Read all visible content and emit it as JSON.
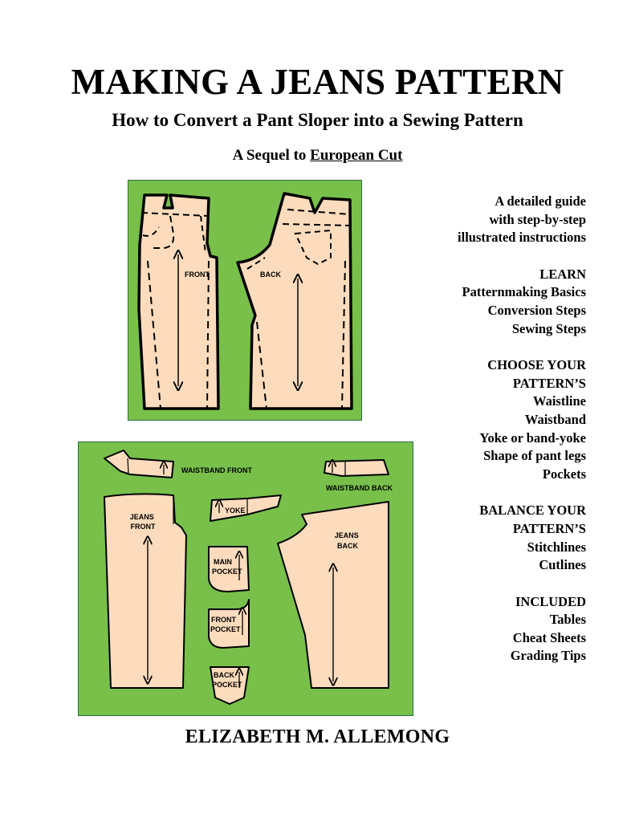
{
  "title": "MAKING A JEANS PATTERN",
  "subtitle": "How to Convert a Pant Sloper into a Sewing Pattern",
  "sequel": {
    "prefix": "A Sequel to ",
    "book": "European Cut"
  },
  "author": "ELIZABETH M. ALLEMONG",
  "colors": {
    "panel_green": "#78c04a",
    "piece_fill": "#fcdcbc",
    "outline": "#000000"
  },
  "sidebar": {
    "intro": [
      "A detailed guide",
      "with step-by-step",
      "illustrated instructions"
    ],
    "learn": {
      "heading": "LEARN",
      "items": [
        "Patternmaking Basics",
        "Conversion Steps",
        "Sewing Steps"
      ]
    },
    "choose": {
      "heading": [
        "CHOOSE YOUR",
        "PATTERN’S"
      ],
      "items": [
        "Waistline",
        "Waistband",
        "Yoke or band-yoke",
        "Shape of pant legs",
        "Pockets"
      ]
    },
    "balance": {
      "heading": [
        "BALANCE YOUR",
        "PATTERN’S"
      ],
      "items": [
        "Stitchlines",
        "Cutlines"
      ]
    },
    "included": {
      "heading": "INCLUDED",
      "items": [
        "Tables",
        "Cheat Sheets",
        "Grading Tips"
      ]
    }
  },
  "sloper_labels": {
    "front": "FRONT",
    "back": "BACK"
  },
  "pattern_labels": {
    "waistband_front": "WAISTBAND FRONT",
    "waistband_back": "WAISTBAND BACK",
    "yoke": "YOKE",
    "jeans_front": [
      "JEANS",
      "FRONT"
    ],
    "jeans_back": [
      "JEANS",
      "BACK"
    ],
    "main_pocket": [
      "MAIN",
      "POCKET"
    ],
    "front_pocket": [
      "FRONT",
      "POCKET"
    ],
    "back_pocket": [
      "BACK",
      "POCKET"
    ]
  }
}
